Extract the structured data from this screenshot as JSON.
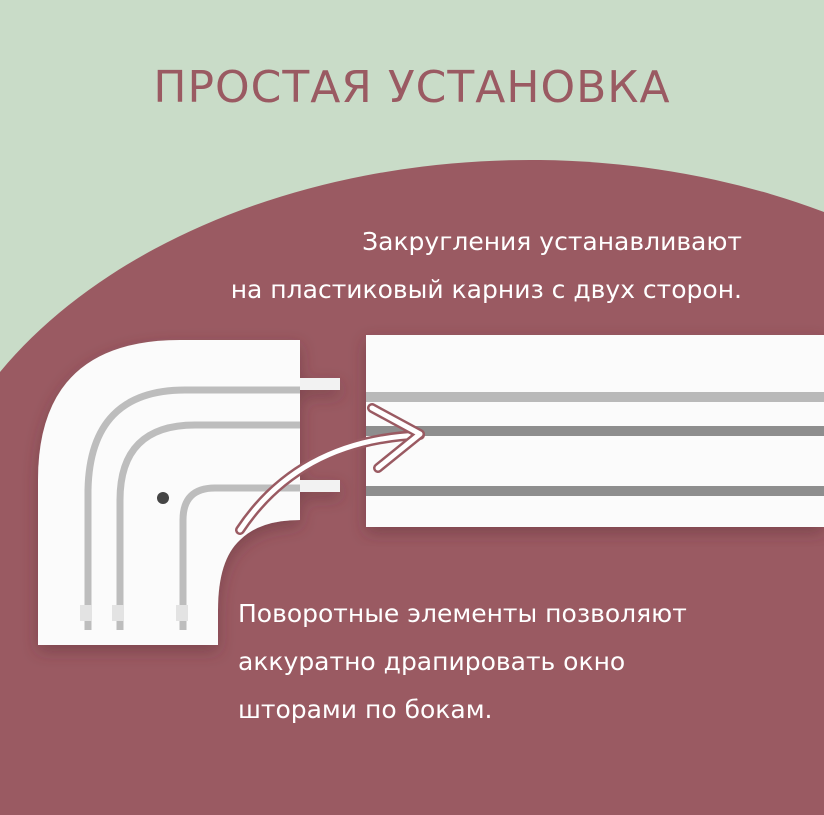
{
  "title": "ПРОСТАЯ УСТАНОВКА",
  "caption_top": [
    "Закругления устанавливают",
    "на пластиковый карниз с двух сторон."
  ],
  "caption_bottom": [
    "Поворотные элементы позволяют",
    "аккуратно драпировать окно",
    "шторами по бокам."
  ],
  "colors": {
    "background": "#c9dcc8",
    "accent": "#9a5a62",
    "product": "#ffffff"
  }
}
